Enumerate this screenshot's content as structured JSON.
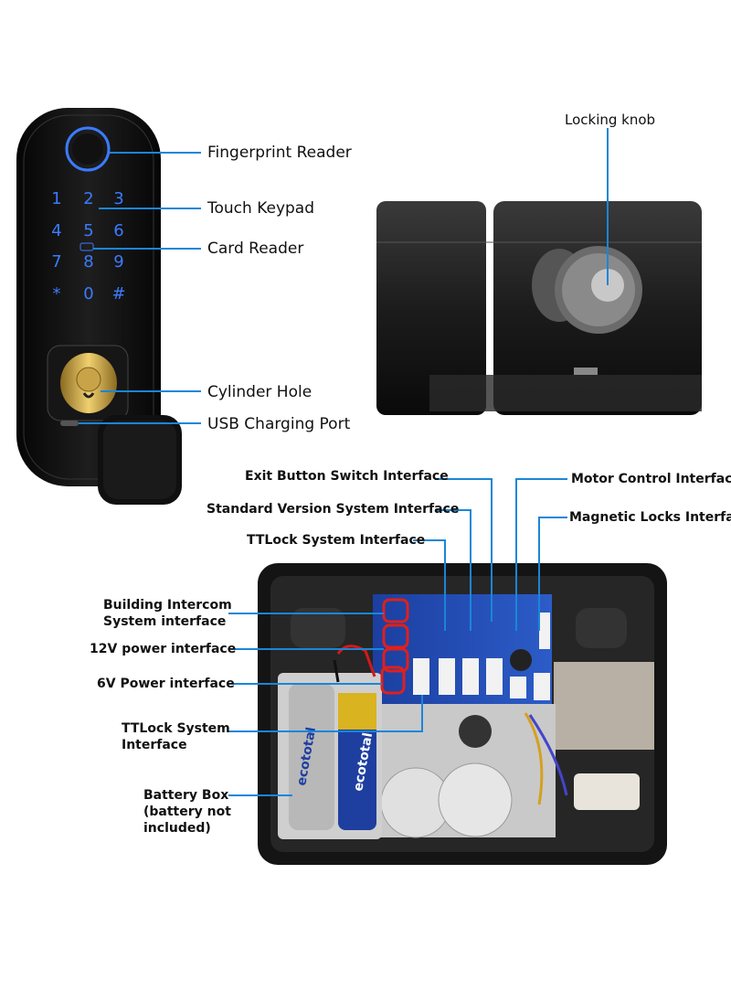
{
  "top_labels": {
    "fingerprint": "Fingerprint Reader",
    "keypad": "Touch Keypad",
    "card": "Card Reader",
    "cylinder": "Cylinder Hole",
    "usb": "USB Charging Port",
    "knob": "Locking knob"
  },
  "keypad_keys": [
    "1",
    "2",
    "3",
    "4",
    "5",
    "6",
    "7",
    "8",
    "9",
    "*",
    "0",
    "#"
  ],
  "board_labels": {
    "exit_button": "Exit Button Switch Interface",
    "standard": "Standard Version System Interface",
    "ttlock_top": "TTLock System Interface",
    "motor": "Motor Control Interface",
    "magnetic": "Magnetic Locks Interface",
    "intercom_1": "Building Intercom",
    "intercom_2": "System interface",
    "power12": "12V power interface",
    "power6": "6V Power interface",
    "ttlock_1": "TTLock System",
    "ttlock_2": "Interface",
    "battery_1": "Battery Box",
    "battery_2": "(battery not",
    "battery_3": "included)"
  },
  "battery_brand": "ecototal",
  "colors": {
    "callout_blue": "#1a86d8",
    "highlight_red": "#e0201c",
    "keypad_glow": "#3b7bff"
  }
}
